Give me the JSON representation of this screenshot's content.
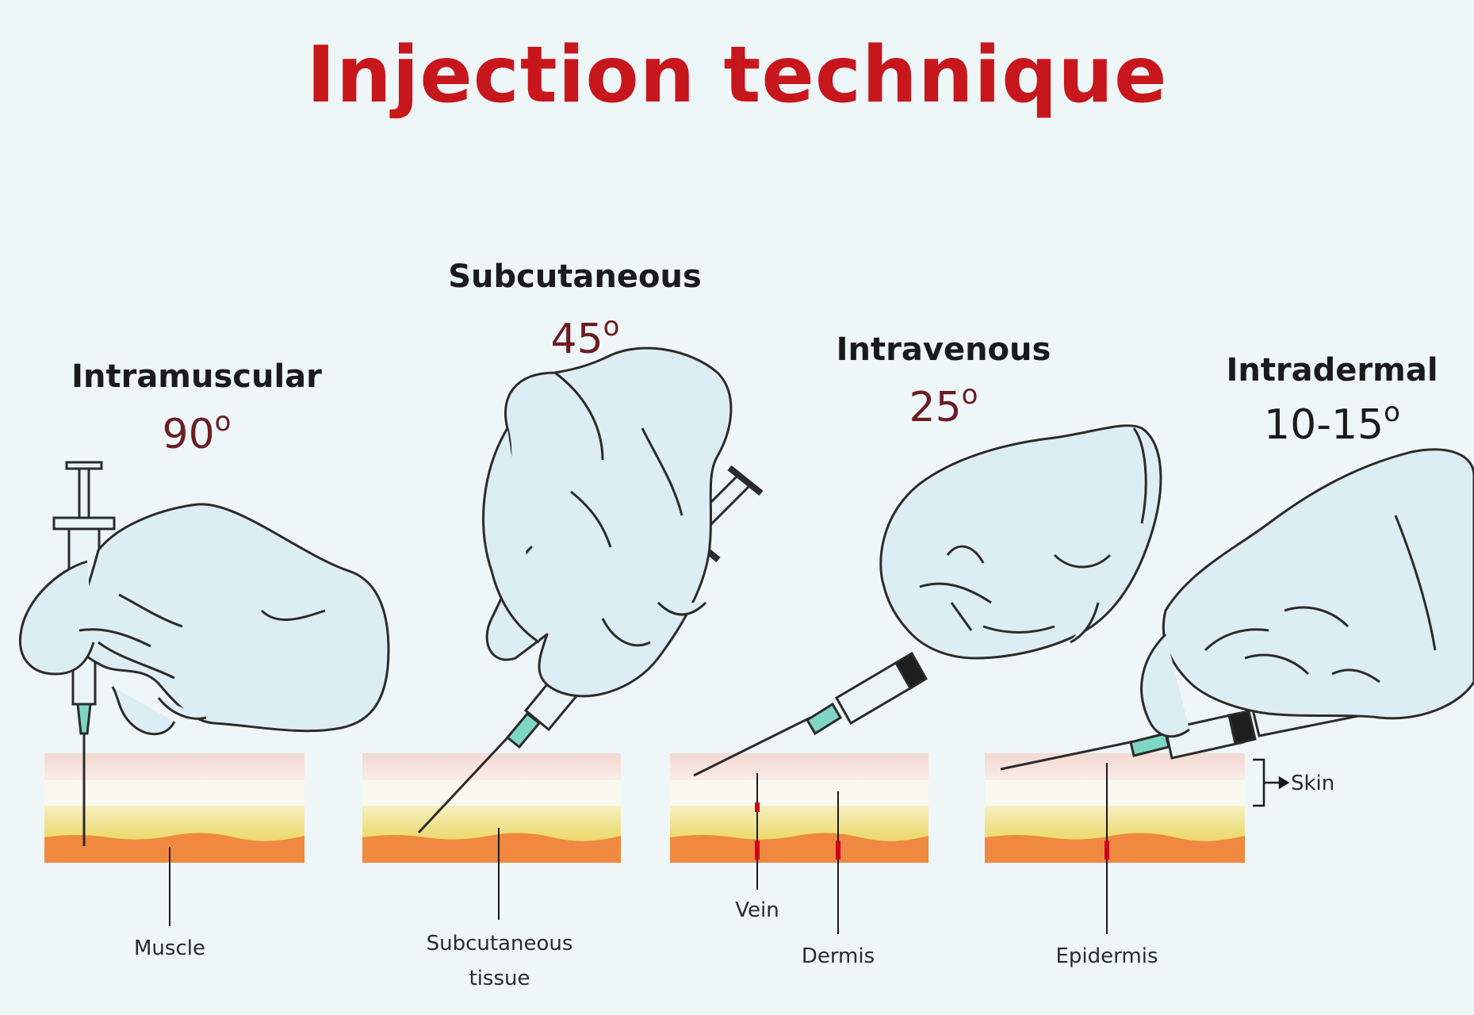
{
  "title": "Injection technique",
  "techniques": [
    {
      "name": "Intramuscular",
      "angle": "90",
      "angle_unit": "o"
    },
    {
      "name": "Subcutaneous",
      "angle": "45",
      "angle_unit": "o"
    },
    {
      "name": "Intravenous",
      "angle": "25",
      "angle_unit": "o"
    },
    {
      "name": "Intradermal",
      "angle": "10-15",
      "angle_unit": "o"
    }
  ],
  "labels": {
    "muscle": "Muscle",
    "subcutaneous_line1": "Subcutaneous",
    "subcutaneous_line2": "tissue",
    "vein": "Vein",
    "dermis": "Dermis",
    "epidermis": "Epidermis",
    "skin": "Skin"
  },
  "colors": {
    "title": "#c8161d",
    "angle": "#6b1d24",
    "glove_fill": "#d9ecf3",
    "glove_stroke": "#2b2b2b",
    "epidermis": "#f3ddd8",
    "dermis_band": "#f7f7ea",
    "fat_layer": "#f1e79a",
    "muscle_layer": "#f2914a",
    "vein_marker": "#d0001c"
  }
}
